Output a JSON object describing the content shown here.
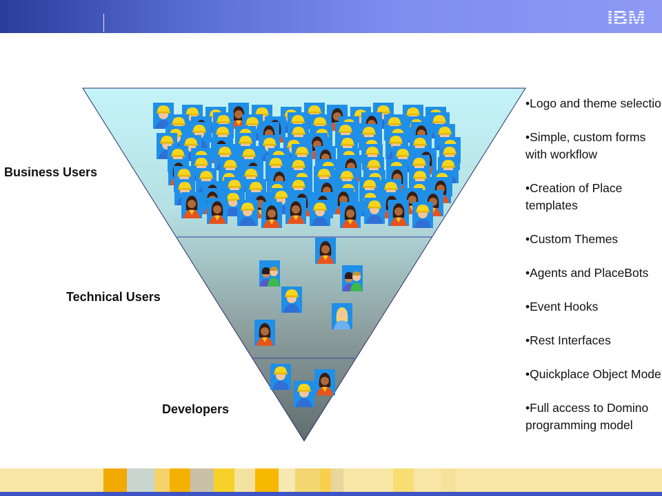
{
  "header": {
    "logo_text": "IBM",
    "logo_color": "#ffffff"
  },
  "levels": [
    {
      "label": "Business Users"
    },
    {
      "label": "Technical Users"
    },
    {
      "label": "Developers"
    }
  ],
  "features": [
    "•Logo and theme selection",
    "•Simple, custom forms with workflow",
    "•Creation of Place templates",
    "•Custom Themes",
    "•Agents and PlaceBots",
    "•Event Hooks",
    "•Rest Interfaces",
    "•Quickplace Object Model",
    "•Full access to Domino programming model"
  ],
  "icons": {
    "worker": "construction-worker-icon",
    "woman": "woman-user-icon",
    "pair": "user-pair-icon",
    "blonde": "blonde-user-icon"
  },
  "colors": {
    "header": "#5a6fd4",
    "icon_tile": "#1f8fe8",
    "funnel_top": "#c4f4f8",
    "funnel_bottom": "#5f6d6d",
    "footer_bar": "#3e53c4"
  }
}
